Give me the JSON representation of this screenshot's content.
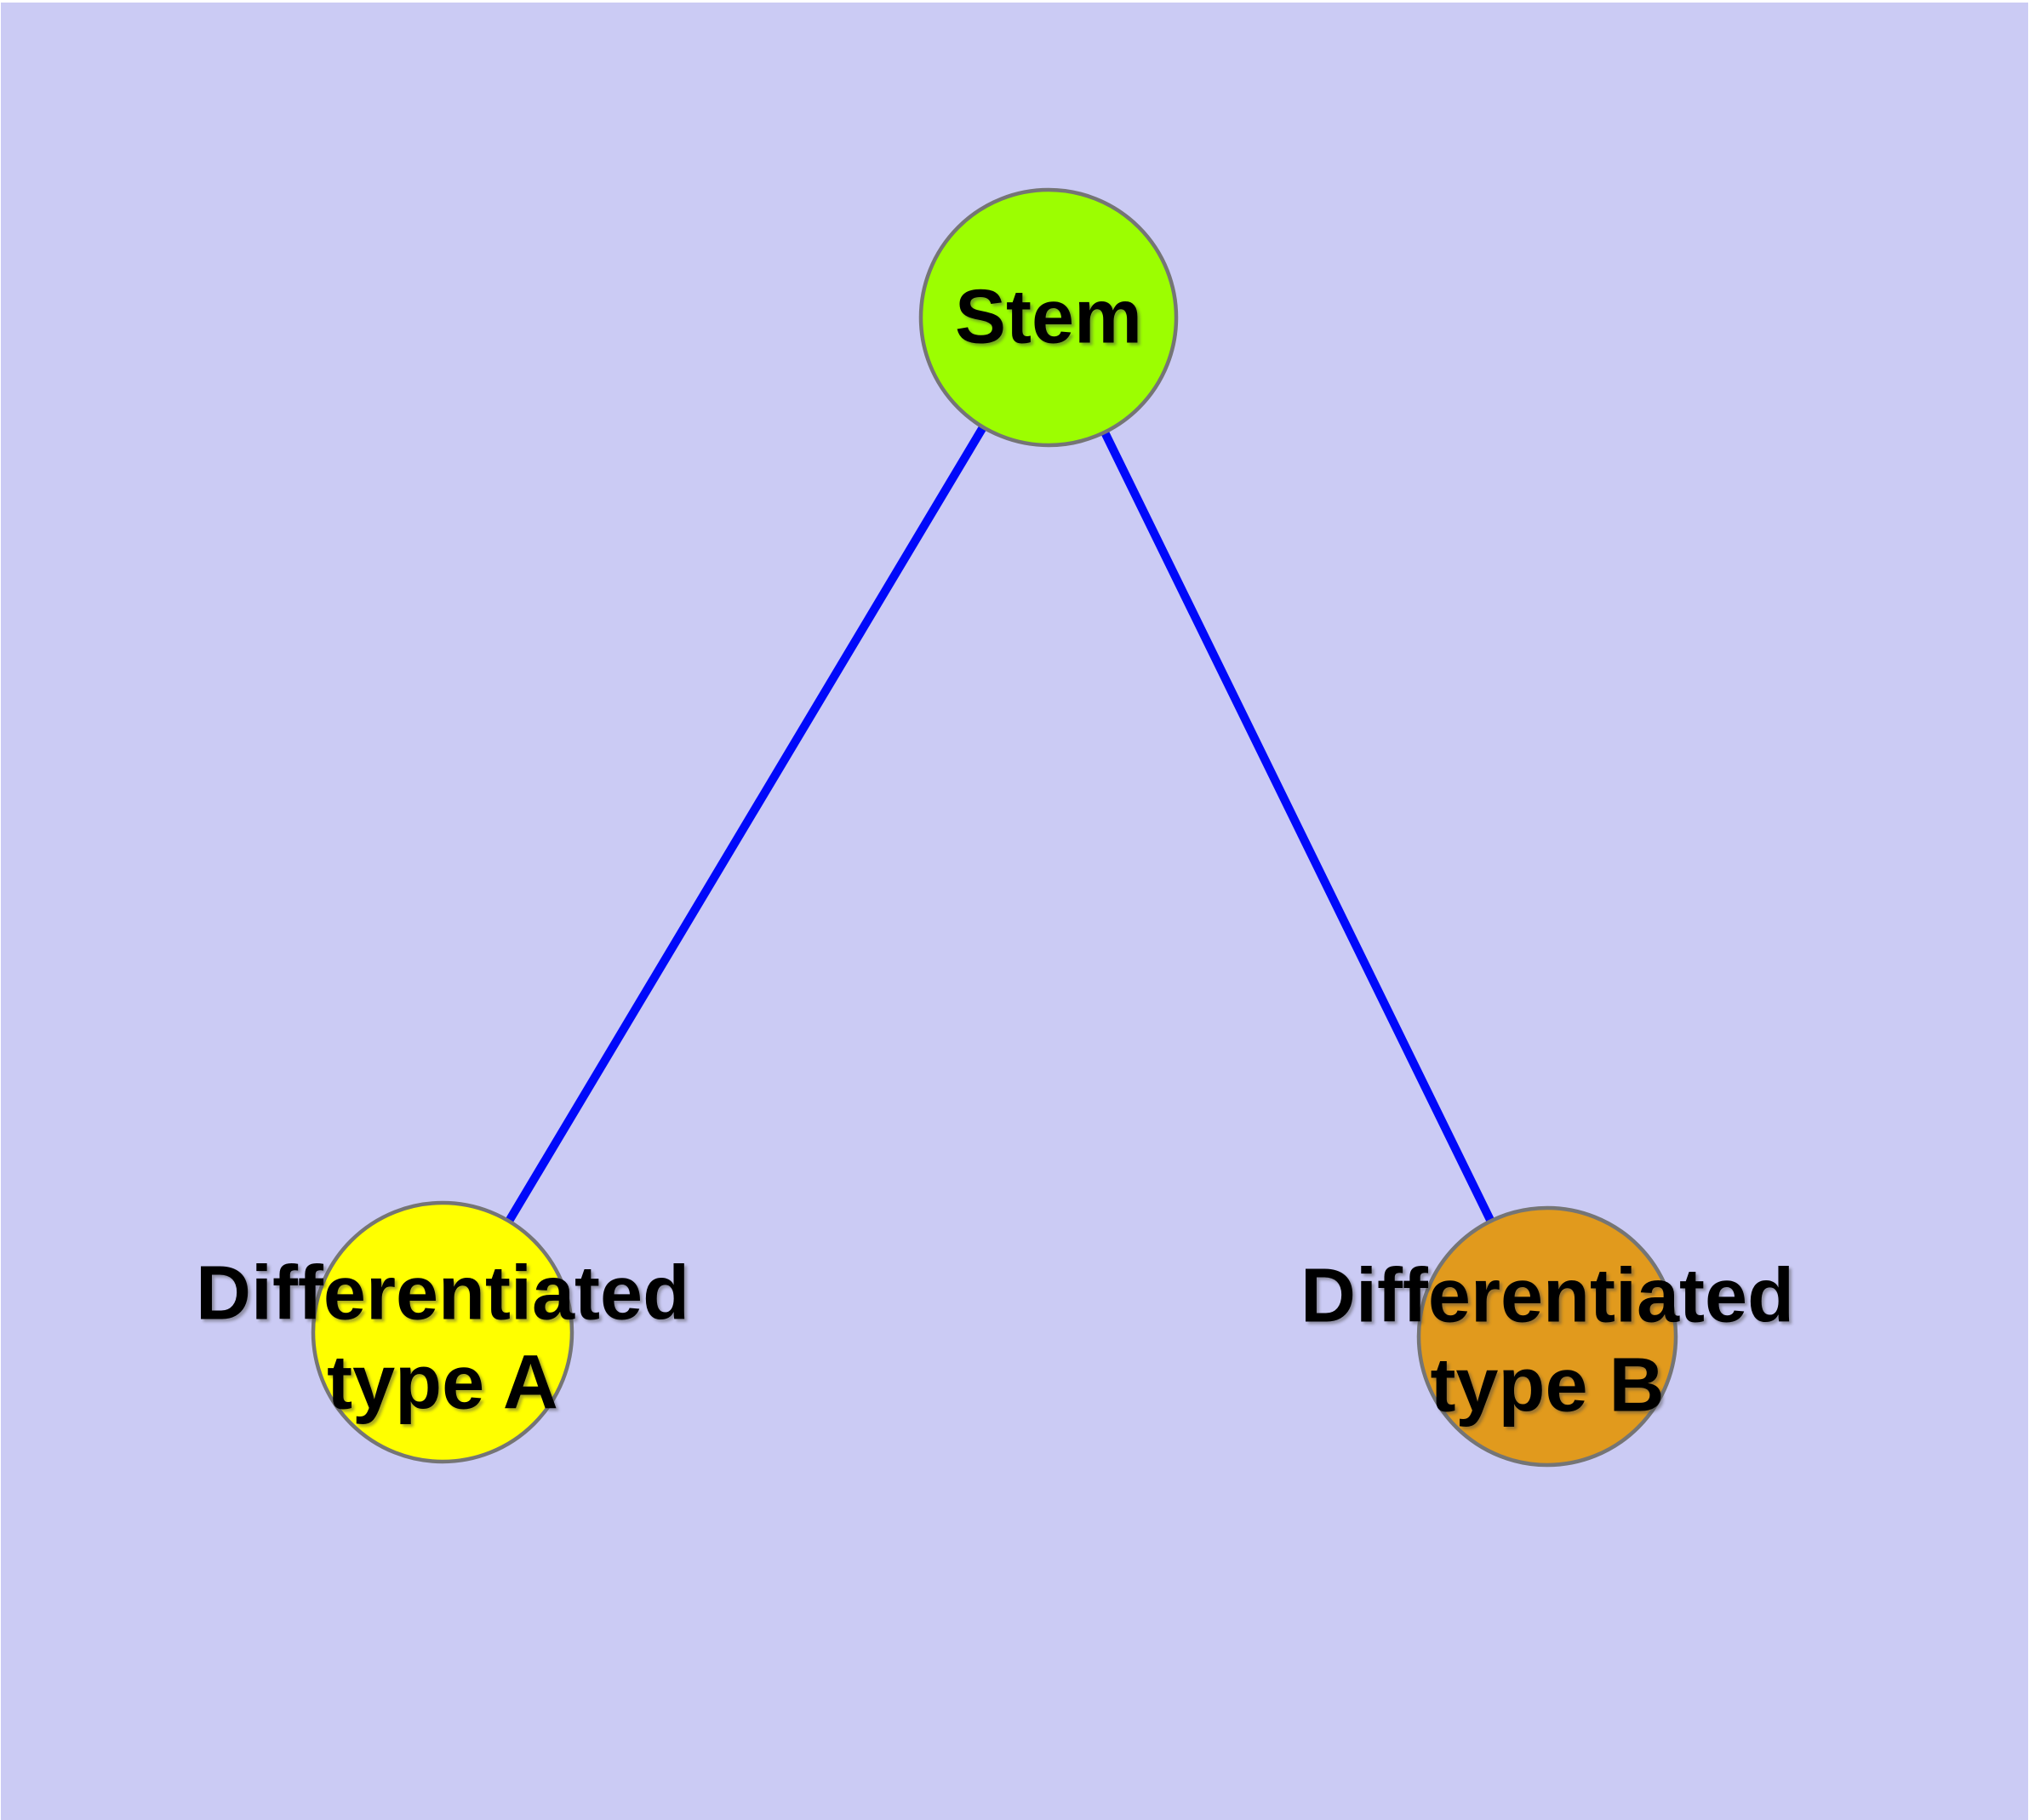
{
  "canvas": {
    "background_color": "#cbcbf4",
    "frame_color": "#ffffff"
  },
  "graph": {
    "edge_color": "#0009fa",
    "node_border_color": "#757575",
    "label_color": "#000000",
    "nodes": [
      {
        "id": "stem",
        "label": "Stem",
        "fill": "#9cfe01"
      },
      {
        "id": "differentiated-type-a",
        "label": "Differentiated\ntype A",
        "fill": "#ffff00"
      },
      {
        "id": "differentiated-type-b",
        "label": "Differentiated\ntype B",
        "fill": "#e19a1d"
      }
    ],
    "edges": [
      {
        "from": "stem",
        "to": "differentiated-type-a"
      },
      {
        "from": "stem",
        "to": "differentiated-type-b"
      }
    ]
  }
}
